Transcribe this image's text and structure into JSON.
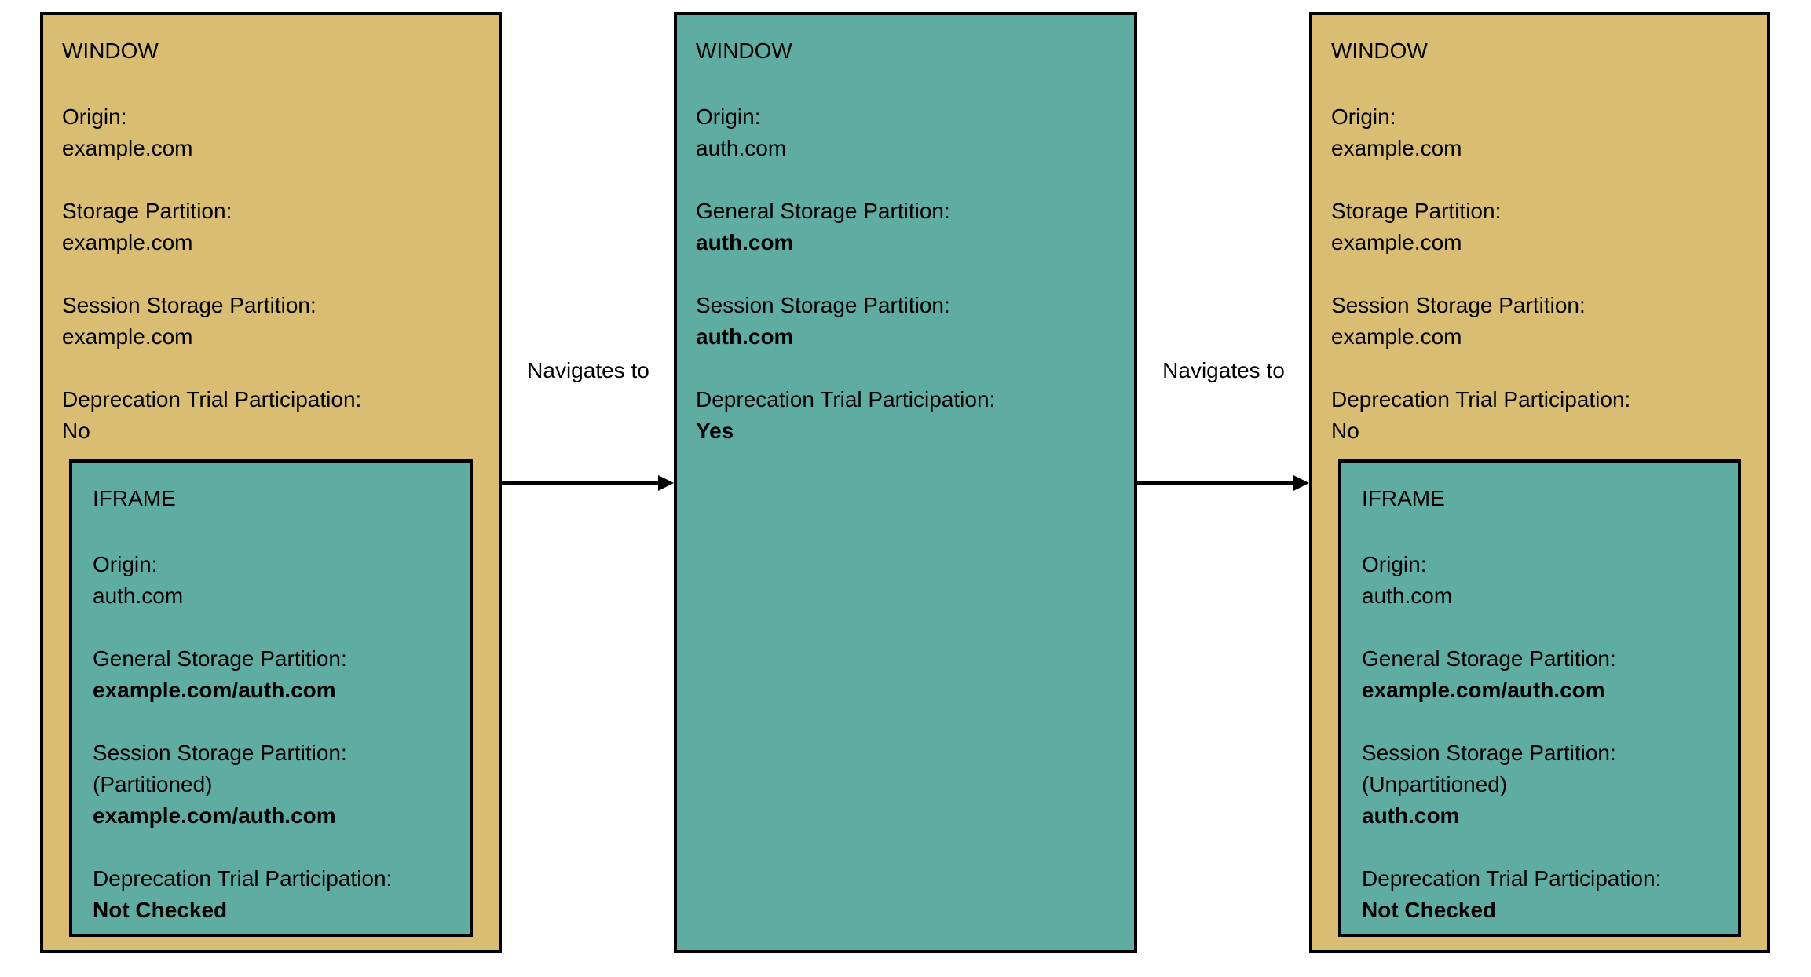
{
  "diagram": {
    "colors": {
      "tan": "#D8BD73",
      "teal": "#5FACA3",
      "border": "#000000",
      "text": "#000000",
      "background": "#FFFFFF"
    },
    "arrows": [
      {
        "label": "Navigates to"
      },
      {
        "label": "Navigates to"
      }
    ],
    "windows": [
      {
        "title": "WINDOW",
        "fields": [
          {
            "label": "Origin:",
            "value": "example.com"
          },
          {
            "label": "Storage Partition:",
            "value": "example.com"
          },
          {
            "label": "Session Storage Partition:",
            "value": "example.com"
          },
          {
            "label": "Deprecation Trial Participation:",
            "value": "No"
          }
        ],
        "iframe": {
          "title": "IFRAME",
          "fields": [
            {
              "label": "Origin:",
              "value": "auth.com"
            },
            {
              "label": "General Storage Partition:",
              "value": "example.com/auth.com"
            },
            {
              "label": "Session Storage Partition:",
              "note": "(Partitioned)",
              "value": "example.com/auth.com"
            },
            {
              "label": "Deprecation Trial Participation:",
              "value": "Not Checked"
            }
          ]
        }
      },
      {
        "title": "WINDOW",
        "fields": [
          {
            "label": "Origin:",
            "value": "auth.com"
          },
          {
            "label": "General Storage Partition:",
            "value": "auth.com"
          },
          {
            "label": "Session Storage Partition:",
            "value": "auth.com"
          },
          {
            "label": "Deprecation Trial Participation:",
            "value": "Yes"
          }
        ]
      },
      {
        "title": "WINDOW",
        "fields": [
          {
            "label": "Origin:",
            "value": "example.com"
          },
          {
            "label": "Storage Partition:",
            "value": "example.com"
          },
          {
            "label": "Session Storage Partition:",
            "value": "example.com"
          },
          {
            "label": "Deprecation Trial Participation:",
            "value": "No"
          }
        ],
        "iframe": {
          "title": "IFRAME",
          "fields": [
            {
              "label": "Origin:",
              "value": "auth.com"
            },
            {
              "label": "General Storage Partition:",
              "value": "example.com/auth.com"
            },
            {
              "label": "Session Storage Partition:",
              "note": "(Unpartitioned)",
              "value": "auth.com"
            },
            {
              "label": "Deprecation Trial Participation:",
              "value": "Not Checked"
            }
          ]
        }
      }
    ]
  }
}
